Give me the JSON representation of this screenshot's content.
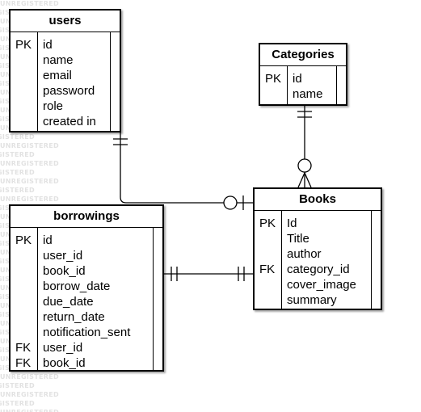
{
  "watermark": {
    "text": "UNREGISTERED",
    "color": "#e2e2e2"
  },
  "entities": {
    "users": {
      "title": "users",
      "rows": [
        {
          "key": "PK",
          "attr": "id"
        },
        {
          "key": "",
          "attr": "name"
        },
        {
          "key": "",
          "attr": "email"
        },
        {
          "key": "",
          "attr": "password"
        },
        {
          "key": "",
          "attr": "role"
        },
        {
          "key": "",
          "attr": "created in"
        }
      ]
    },
    "categories": {
      "title": "Categories",
      "rows": [
        {
          "key": "PK",
          "attr": "id"
        },
        {
          "key": "",
          "attr": "name"
        }
      ]
    },
    "books": {
      "title": "Books",
      "rows": [
        {
          "key": "PK",
          "attr": "Id"
        },
        {
          "key": "",
          "attr": "Title"
        },
        {
          "key": "",
          "attr": "author"
        },
        {
          "key": "FK",
          "attr": "category_id"
        },
        {
          "key": "",
          "attr": "cover_image"
        },
        {
          "key": "",
          "attr": "summary"
        }
      ]
    },
    "borrowings": {
      "title": "borrowings",
      "rows": [
        {
          "key": "PK",
          "attr": "id"
        },
        {
          "key": "",
          "attr": "user_id"
        },
        {
          "key": "",
          "attr": "book_id"
        },
        {
          "key": "",
          "attr": "borrow_date"
        },
        {
          "key": "",
          "attr": "due_date"
        },
        {
          "key": "",
          "attr": "return_date"
        },
        {
          "key": "",
          "attr": "notification_sent"
        },
        {
          "key": "FK",
          "attr": "user_id"
        },
        {
          "key": "FK",
          "attr": "book_id"
        }
      ]
    }
  },
  "relationships": [
    {
      "from": "users",
      "to": "books",
      "from_end": "one-mandatory",
      "to_end": "zero-or-one"
    },
    {
      "from": "categories",
      "to": "books",
      "from_end": "one-mandatory",
      "to_end": "zero-or-many"
    },
    {
      "from": "borrowings",
      "to": "books",
      "from_end": "one-mandatory",
      "to_end": "one-mandatory"
    }
  ]
}
